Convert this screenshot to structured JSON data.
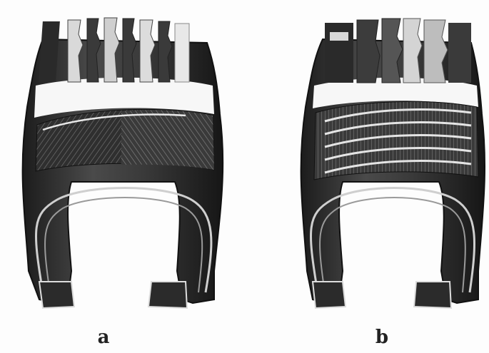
{
  "panels": [
    {
      "id": "a",
      "label": "a",
      "ply_construction": "bias"
    },
    {
      "id": "b",
      "label": "b",
      "ply_construction": "radial"
    }
  ],
  "colors": {
    "background": "#fdfdfd",
    "rubber_dark": "#2a2a2a",
    "rubber_mid": "#5a5a5a",
    "tread_light": "#d8d8d8",
    "cord_line": "#bdbdbd"
  }
}
